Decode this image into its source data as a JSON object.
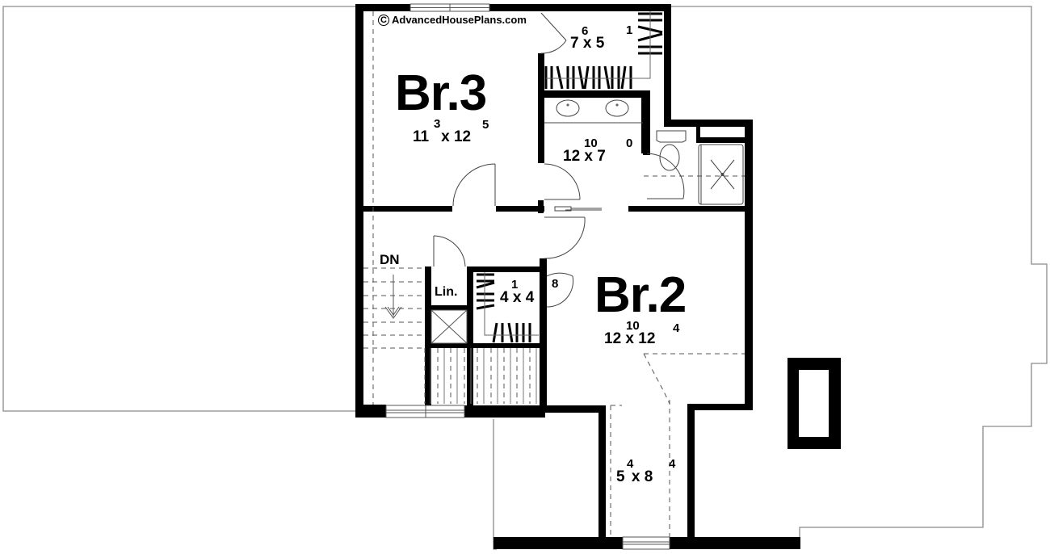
{
  "watermark": {
    "symbol": "C",
    "text": "AdvancedHousePlans.com"
  },
  "rooms": {
    "bedroom3": {
      "name": "Br.3",
      "width_ft": "11",
      "width_in": "3",
      "x": "x",
      "length_ft": "12",
      "length_in": "5"
    },
    "walk_in_closet": {
      "width_ft": "7",
      "width_in": "6",
      "x": "x",
      "length_ft": "5",
      "length_in": "1"
    },
    "bath": {
      "width_ft": "12",
      "width_in": "10",
      "x": "x",
      "length_ft": "7",
      "length_in": "0"
    },
    "closet_small": {
      "width_ft": "4",
      "width_in": "1",
      "x": "x",
      "length_ft": "4",
      "length_in": "8"
    },
    "bedroom2": {
      "name": "Br.2",
      "width_ft": "12",
      "width_in": "10",
      "x": "x",
      "length_ft": "12",
      "length_in": "4"
    },
    "nook": {
      "width_ft": "5",
      "width_in": "4",
      "x": "x",
      "length_ft": "8",
      "length_in": "4"
    },
    "linen": {
      "name": "Lin."
    }
  },
  "stairs": {
    "label": "DN"
  },
  "colors": {
    "wall": "#000000",
    "outline": "#8a8a8a",
    "background": "#ffffff"
  }
}
